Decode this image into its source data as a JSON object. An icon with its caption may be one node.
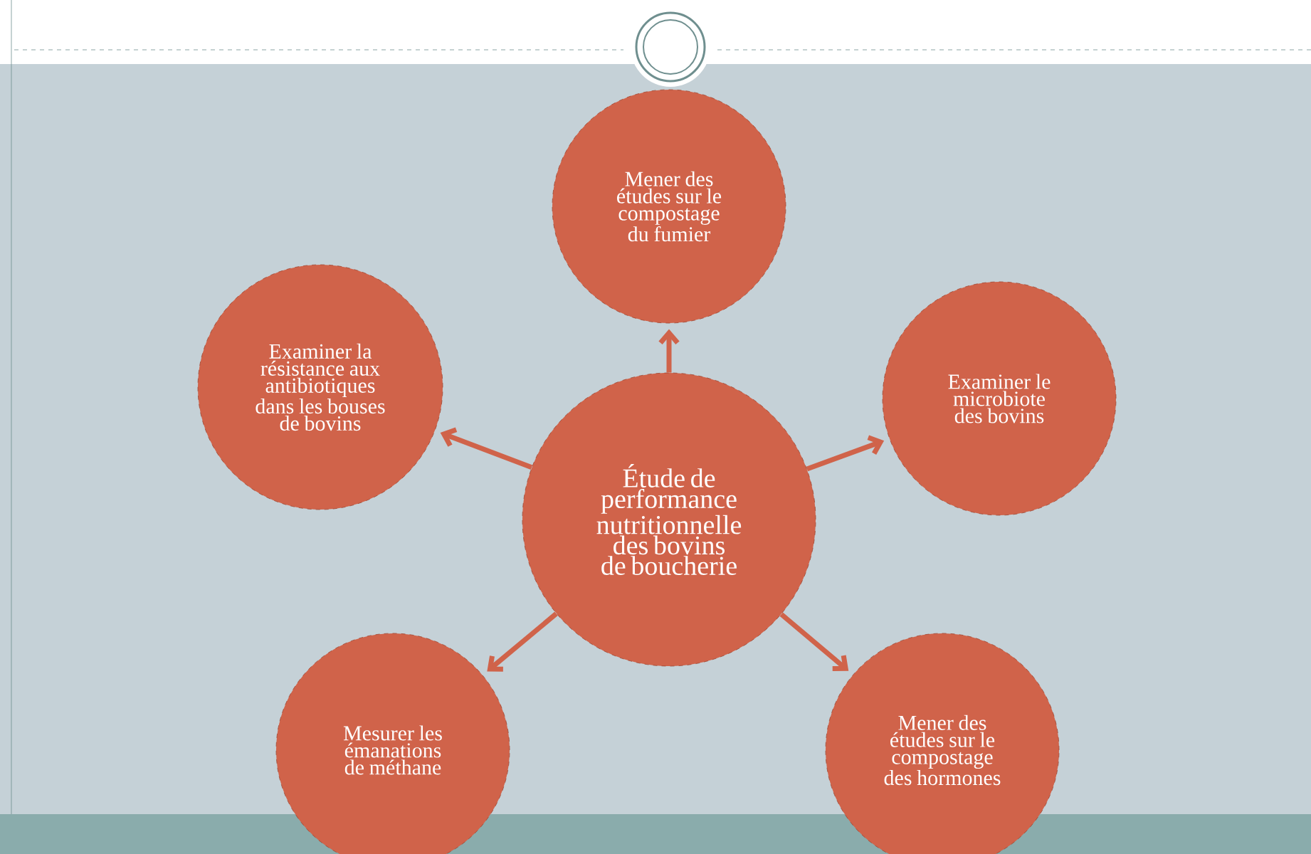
{
  "diagram": {
    "nodes": [
      {
        "text": [
          "Étude de performance nutritionnelle des bovins de boucherie"
        ]
      },
      {
        "text": [
          "Mener des études sur le compostage du fumier"
        ]
      },
      {
        "text": [
          "Examiner la résistance aux antibiotiques dans les bouses de bovins"
        ]
      },
      {
        "text": [
          "Examiner le microbiote des bovins"
        ]
      },
      {
        "text": [
          "Mesurer les émanations de méthane"
        ]
      },
      {
        "text": [
          "Mener des études sur le compostage des hormones"
        ]
      }
    ],
    "edges": [
      {
        "from": 0,
        "to": 1,
        "arrow": "to"
      },
      {
        "from": 0,
        "to": 2,
        "arrow": "to"
      },
      {
        "from": 0,
        "to": 3,
        "arrow": "to"
      },
      {
        "from": 0,
        "to": 4,
        "arrow": "to"
      },
      {
        "from": 0,
        "to": 5,
        "arrow": "to"
      }
    ]
  }
}
